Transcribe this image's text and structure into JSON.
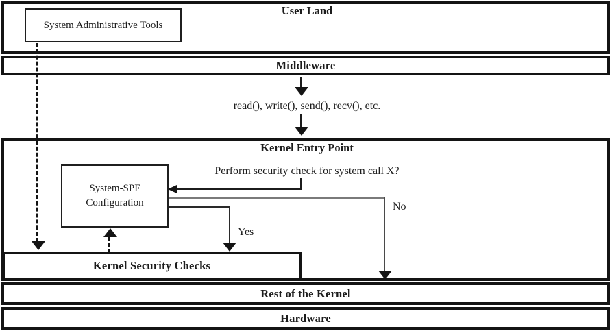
{
  "userland": {
    "title": "User Land"
  },
  "sat": {
    "label": "System Administrative Tools"
  },
  "middleware": {
    "title": "Middleware"
  },
  "syscalls_label": "read(), write(), send(), recv(), etc.",
  "kernel": {
    "title": "Kernel Entry Point"
  },
  "question": "Perform security check for system call X?",
  "spf": {
    "label": "System-SPF Configuration"
  },
  "branches": {
    "yes_label": "Yes",
    "no_label": "No"
  },
  "ksc": {
    "title": "Kernel Security Checks"
  },
  "rest": {
    "title": "Rest of the Kernel"
  },
  "hardware": {
    "title": "Hardware"
  },
  "colors": {
    "line": "#141414",
    "gray_line": "#7a7a7a",
    "background": "#ffffff"
  }
}
